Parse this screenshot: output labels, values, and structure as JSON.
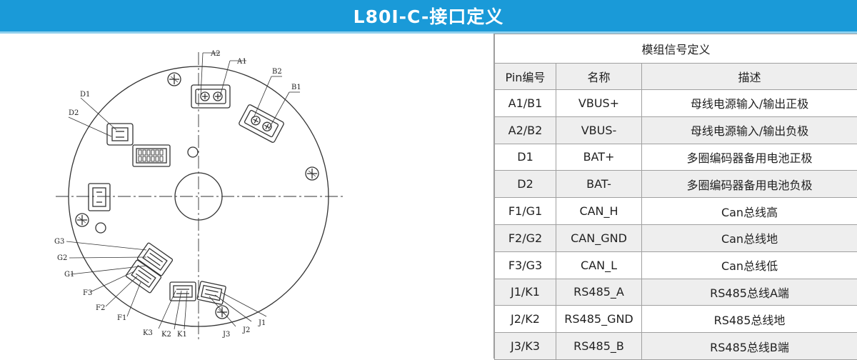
{
  "header": {
    "title": "L80I-C-接口定义"
  },
  "diagram": {
    "labels": {
      "a2": "A2",
      "a1": "A1",
      "b2": "B2",
      "b1": "B1",
      "d1": "D1",
      "d2": "D2",
      "g3": "G3",
      "g2": "G2",
      "g1": "G1",
      "f3": "F3",
      "f2": "F2",
      "f1": "F1",
      "k3": "K3",
      "k2": "K2",
      "k1": "K1",
      "j3": "J3",
      "j2": "J2",
      "j1": "J1"
    }
  },
  "table": {
    "title": "模组信号定义",
    "columns": [
      "Pin编号",
      "名称",
      "描述"
    ],
    "rows": [
      [
        "A1/B1",
        "VBUS+",
        "母线电源输入/输出正极"
      ],
      [
        "A2/B2",
        "VBUS-",
        "母线电源输入/输出负极"
      ],
      [
        "D1",
        "BAT+",
        "多圈编码器备用电池正极"
      ],
      [
        "D2",
        "BAT-",
        "多圈编码器备用电池负极"
      ],
      [
        "F1/G1",
        "CAN_H",
        "Can总线高"
      ],
      [
        "F2/G2",
        "CAN_GND",
        "Can总线地"
      ],
      [
        "F3/G3",
        "CAN_L",
        "Can总线低"
      ],
      [
        "J1/K1",
        "RS485_A",
        "RS485总线A端"
      ],
      [
        "J2/K2",
        "RS485_GND",
        "RS485总线地"
      ],
      [
        "J3/K3",
        "RS485_B",
        "RS485总线B端"
      ]
    ]
  }
}
